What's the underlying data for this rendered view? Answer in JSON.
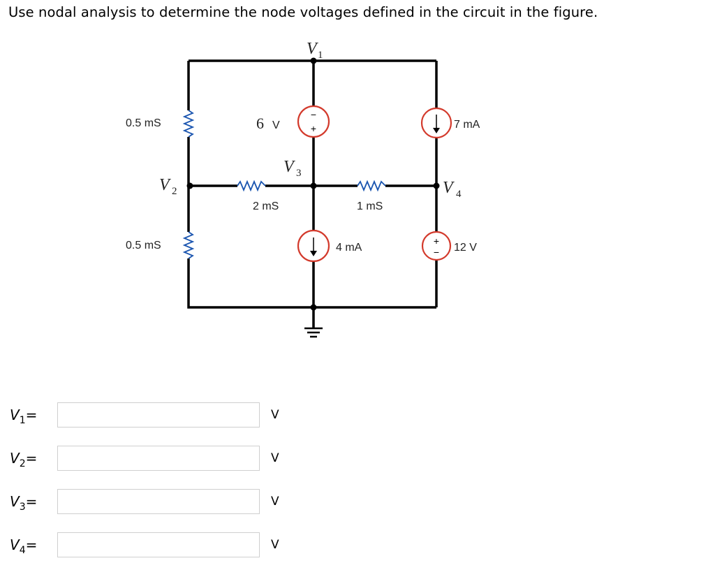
{
  "question": "Use nodal analysis to determine the node voltages defined in the circuit in the figure.",
  "figure": {
    "nodes": {
      "v1": {
        "main": "V",
        "sub": "1"
      },
      "v2": {
        "main": "V",
        "sub": "2"
      },
      "v3": {
        "main": "V",
        "sub": "3"
      },
      "v4": {
        "main": "V",
        "sub": "4"
      }
    },
    "components": {
      "r_top_left": "0.5 mS",
      "r_bottom_left": "0.5 mS",
      "r_left_mid": "2 mS",
      "r_right_mid": "1 mS",
      "vsrc_top_value": "6",
      "vsrc_top_unit": "V",
      "isrc_right": "7 mA",
      "isrc_center": "4 mA",
      "vsrc_right": "12 V"
    },
    "symbols": {
      "plus": "+",
      "minus": "−"
    }
  },
  "answers": [
    {
      "label": "V",
      "sub": "1",
      "eq": "=",
      "value": "",
      "unit": "V"
    },
    {
      "label": "V",
      "sub": "2",
      "eq": "=",
      "value": "",
      "unit": "V"
    },
    {
      "label": "V",
      "sub": "3",
      "eq": "=",
      "value": "",
      "unit": "V"
    },
    {
      "label": "V",
      "sub": "4",
      "eq": "=",
      "value": "",
      "unit": "V"
    }
  ]
}
